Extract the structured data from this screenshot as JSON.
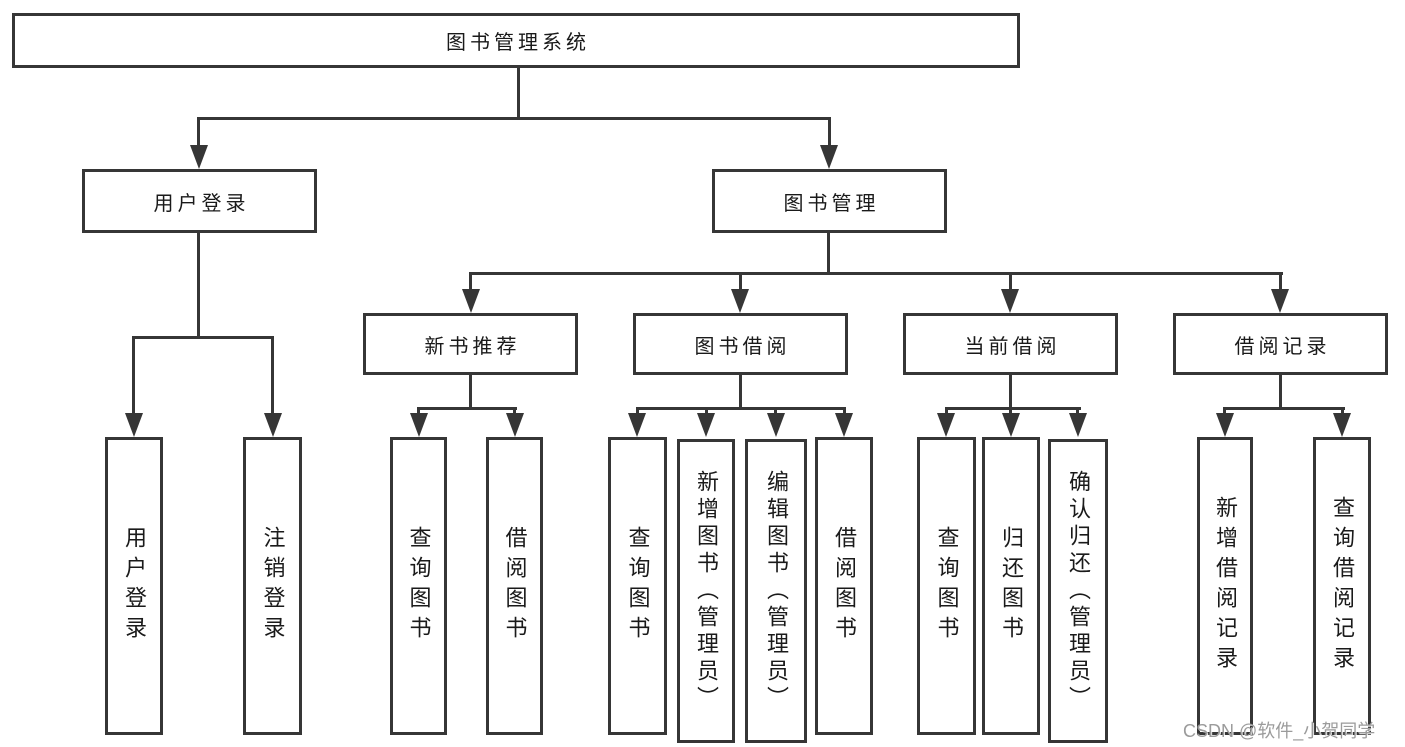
{
  "root": {
    "label": "图书管理系统",
    "children": [
      {
        "label": "用户登录",
        "children": [
          {
            "label": "用户登录"
          },
          {
            "label": "注销登录"
          }
        ]
      },
      {
        "label": "图书管理",
        "children": [
          {
            "label": "新书推荐",
            "children": [
              {
                "label": "查询图书"
              },
              {
                "label": "借阅图书"
              }
            ]
          },
          {
            "label": "图书借阅",
            "children": [
              {
                "label": "查询图书"
              },
              {
                "label": "新增图书（管理员）"
              },
              {
                "label": "编辑图书（管理员）"
              },
              {
                "label": "借阅图书"
              }
            ]
          },
          {
            "label": "当前借阅",
            "children": [
              {
                "label": "查询图书"
              },
              {
                "label": "归还图书"
              },
              {
                "label": "确认归还（管理员）"
              }
            ]
          },
          {
            "label": "借阅记录",
            "children": [
              {
                "label": "新增借阅记录"
              },
              {
                "label": "查询借阅记录"
              }
            ]
          }
        ]
      }
    ]
  },
  "watermark": {
    "text": "CSDN @软件_小贺同学"
  },
  "colors": {
    "line": "#363636",
    "box_border": "#363636",
    "text": "#1a1a1a",
    "watermark": "#9b9b9b",
    "background": "#ffffff"
  }
}
